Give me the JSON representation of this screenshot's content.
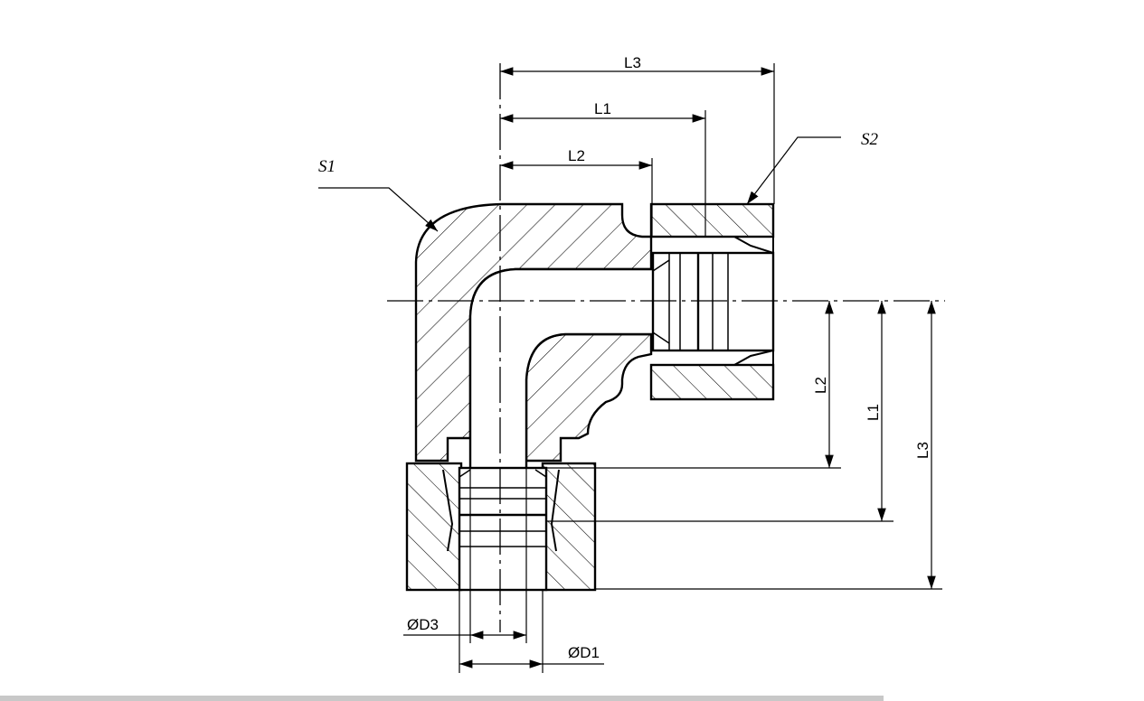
{
  "labels": {
    "s1": "S1",
    "s2": "S2",
    "l1_top": "L1",
    "l2_top": "L2",
    "l3_top": "L3",
    "l1_right": "L1",
    "l2_right": "L2",
    "l3_right": "L3",
    "d1": "ØD1",
    "d3": "ØD3"
  },
  "colors": {
    "line": "#000000",
    "background": "#ffffff",
    "bottom_bar": "#c8c8c8"
  }
}
